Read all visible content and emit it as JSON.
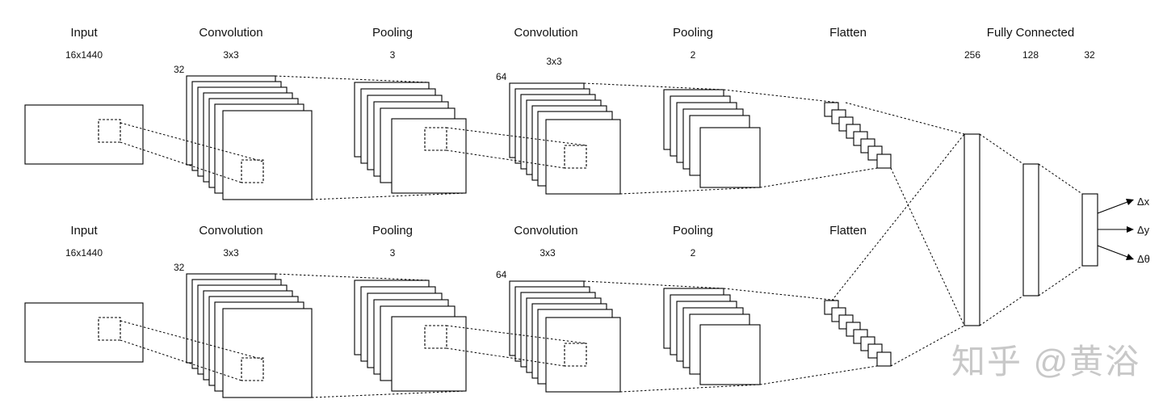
{
  "branches": [
    {
      "stages": [
        {
          "title": "Input",
          "param": "16x1440"
        },
        {
          "title": "Convolution",
          "param": "3x3",
          "count": "32"
        },
        {
          "title": "Pooling",
          "param": "3"
        },
        {
          "title": "Convolution",
          "param": "3x3",
          "count": "64"
        },
        {
          "title": "Pooling",
          "param": "2"
        },
        {
          "title": "Flatten",
          "param": ""
        }
      ]
    },
    {
      "stages": [
        {
          "title": "Input",
          "param": "16x1440"
        },
        {
          "title": "Convolution",
          "param": "3x3",
          "count": "32"
        },
        {
          "title": "Pooling",
          "param": "3"
        },
        {
          "title": "Convolution",
          "param": "3x3",
          "count": "64"
        },
        {
          "title": "Pooling",
          "param": "2"
        },
        {
          "title": "Flatten",
          "param": ""
        }
      ]
    }
  ],
  "fully_connected": {
    "title": "Fully Connected",
    "layers": [
      "256",
      "128",
      "32"
    ]
  },
  "outputs": [
    "Δx",
    "Δy",
    "Δθ"
  ],
  "watermark": "知乎 @黄浴"
}
